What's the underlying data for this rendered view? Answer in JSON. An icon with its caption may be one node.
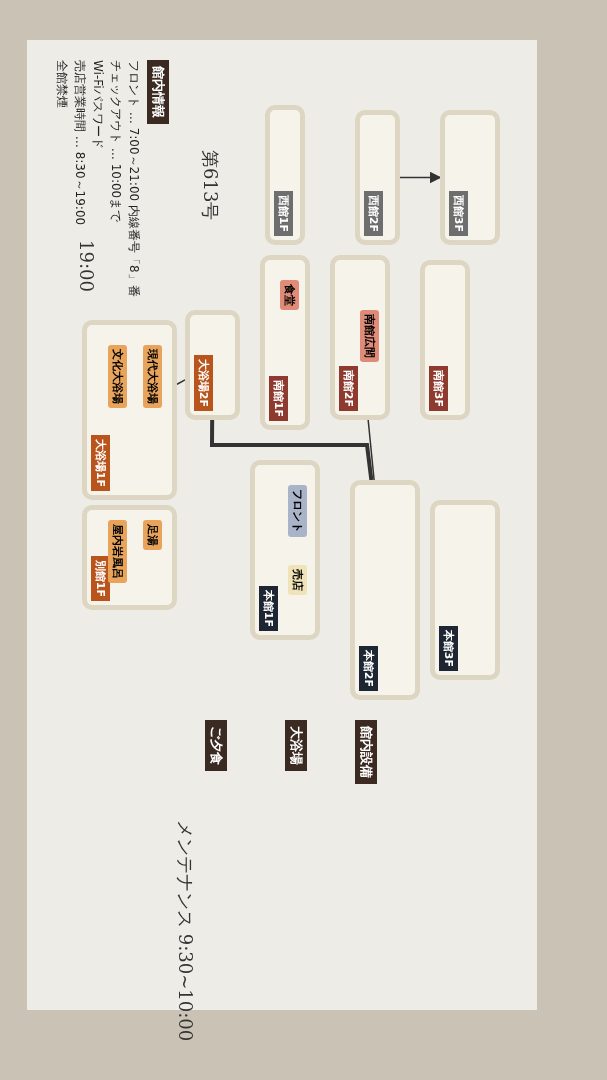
{
  "diagram": {
    "title": "館内情報",
    "nodes": [
      {
        "text": [
          "西館3F"
        ]
      },
      {
        "text": [
          "西館2F"
        ]
      },
      {
        "text": [
          "西館1F"
        ]
      },
      {
        "text": [
          "南館3F"
        ]
      },
      {
        "text": [
          "南館2F"
        ]
      },
      {
        "text": [
          "南館広間"
        ],
        "in": 4
      },
      {
        "text": [
          "南館1F"
        ]
      },
      {
        "text": [
          "食堂"
        ],
        "in": 6
      },
      {
        "text": [
          "本館3F"
        ]
      },
      {
        "text": [
          "本館2F"
        ]
      },
      {
        "text": [
          "本館1F"
        ]
      },
      {
        "text": [
          "フロント"
        ],
        "in": 10
      },
      {
        "text": [
          "売店"
        ],
        "in": 10
      },
      {
        "text": [
          "大浴場2F"
        ]
      },
      {
        "text": [
          "大浴場1F"
        ]
      },
      {
        "text": [
          "現代大浴場"
        ],
        "in": 14
      },
      {
        "text": [
          "文化大浴場"
        ],
        "in": 14
      },
      {
        "text": [
          "別館1F"
        ]
      },
      {
        "text": [
          "足湯"
        ],
        "in": 17
      },
      {
        "text": [
          "屋内岩風呂"
        ],
        "in": 17
      }
    ],
    "edges": [
      {
        "from": 1,
        "to": 0,
        "arrow": "to"
      },
      {
        "from": 4,
        "to": 9,
        "arrow": "none"
      },
      {
        "from": 13,
        "to": 9,
        "arrow": "none",
        "style": "thick"
      },
      {
        "from": 13,
        "to": 14,
        "arrow": "none"
      }
    ],
    "labels": [
      "第613号",
      "フロント … 7:00～21:00 内線番号「8」番",
      "チェックアウト … 10:00まで",
      "Wi-Fiパスワード",
      "売店営業時間 … 8:30～19:00",
      "19:00",
      "全館禁煙",
      "ご夕食",
      "大浴場",
      "館内設備",
      "メンテナンス 9:30~10:00"
    ]
  }
}
